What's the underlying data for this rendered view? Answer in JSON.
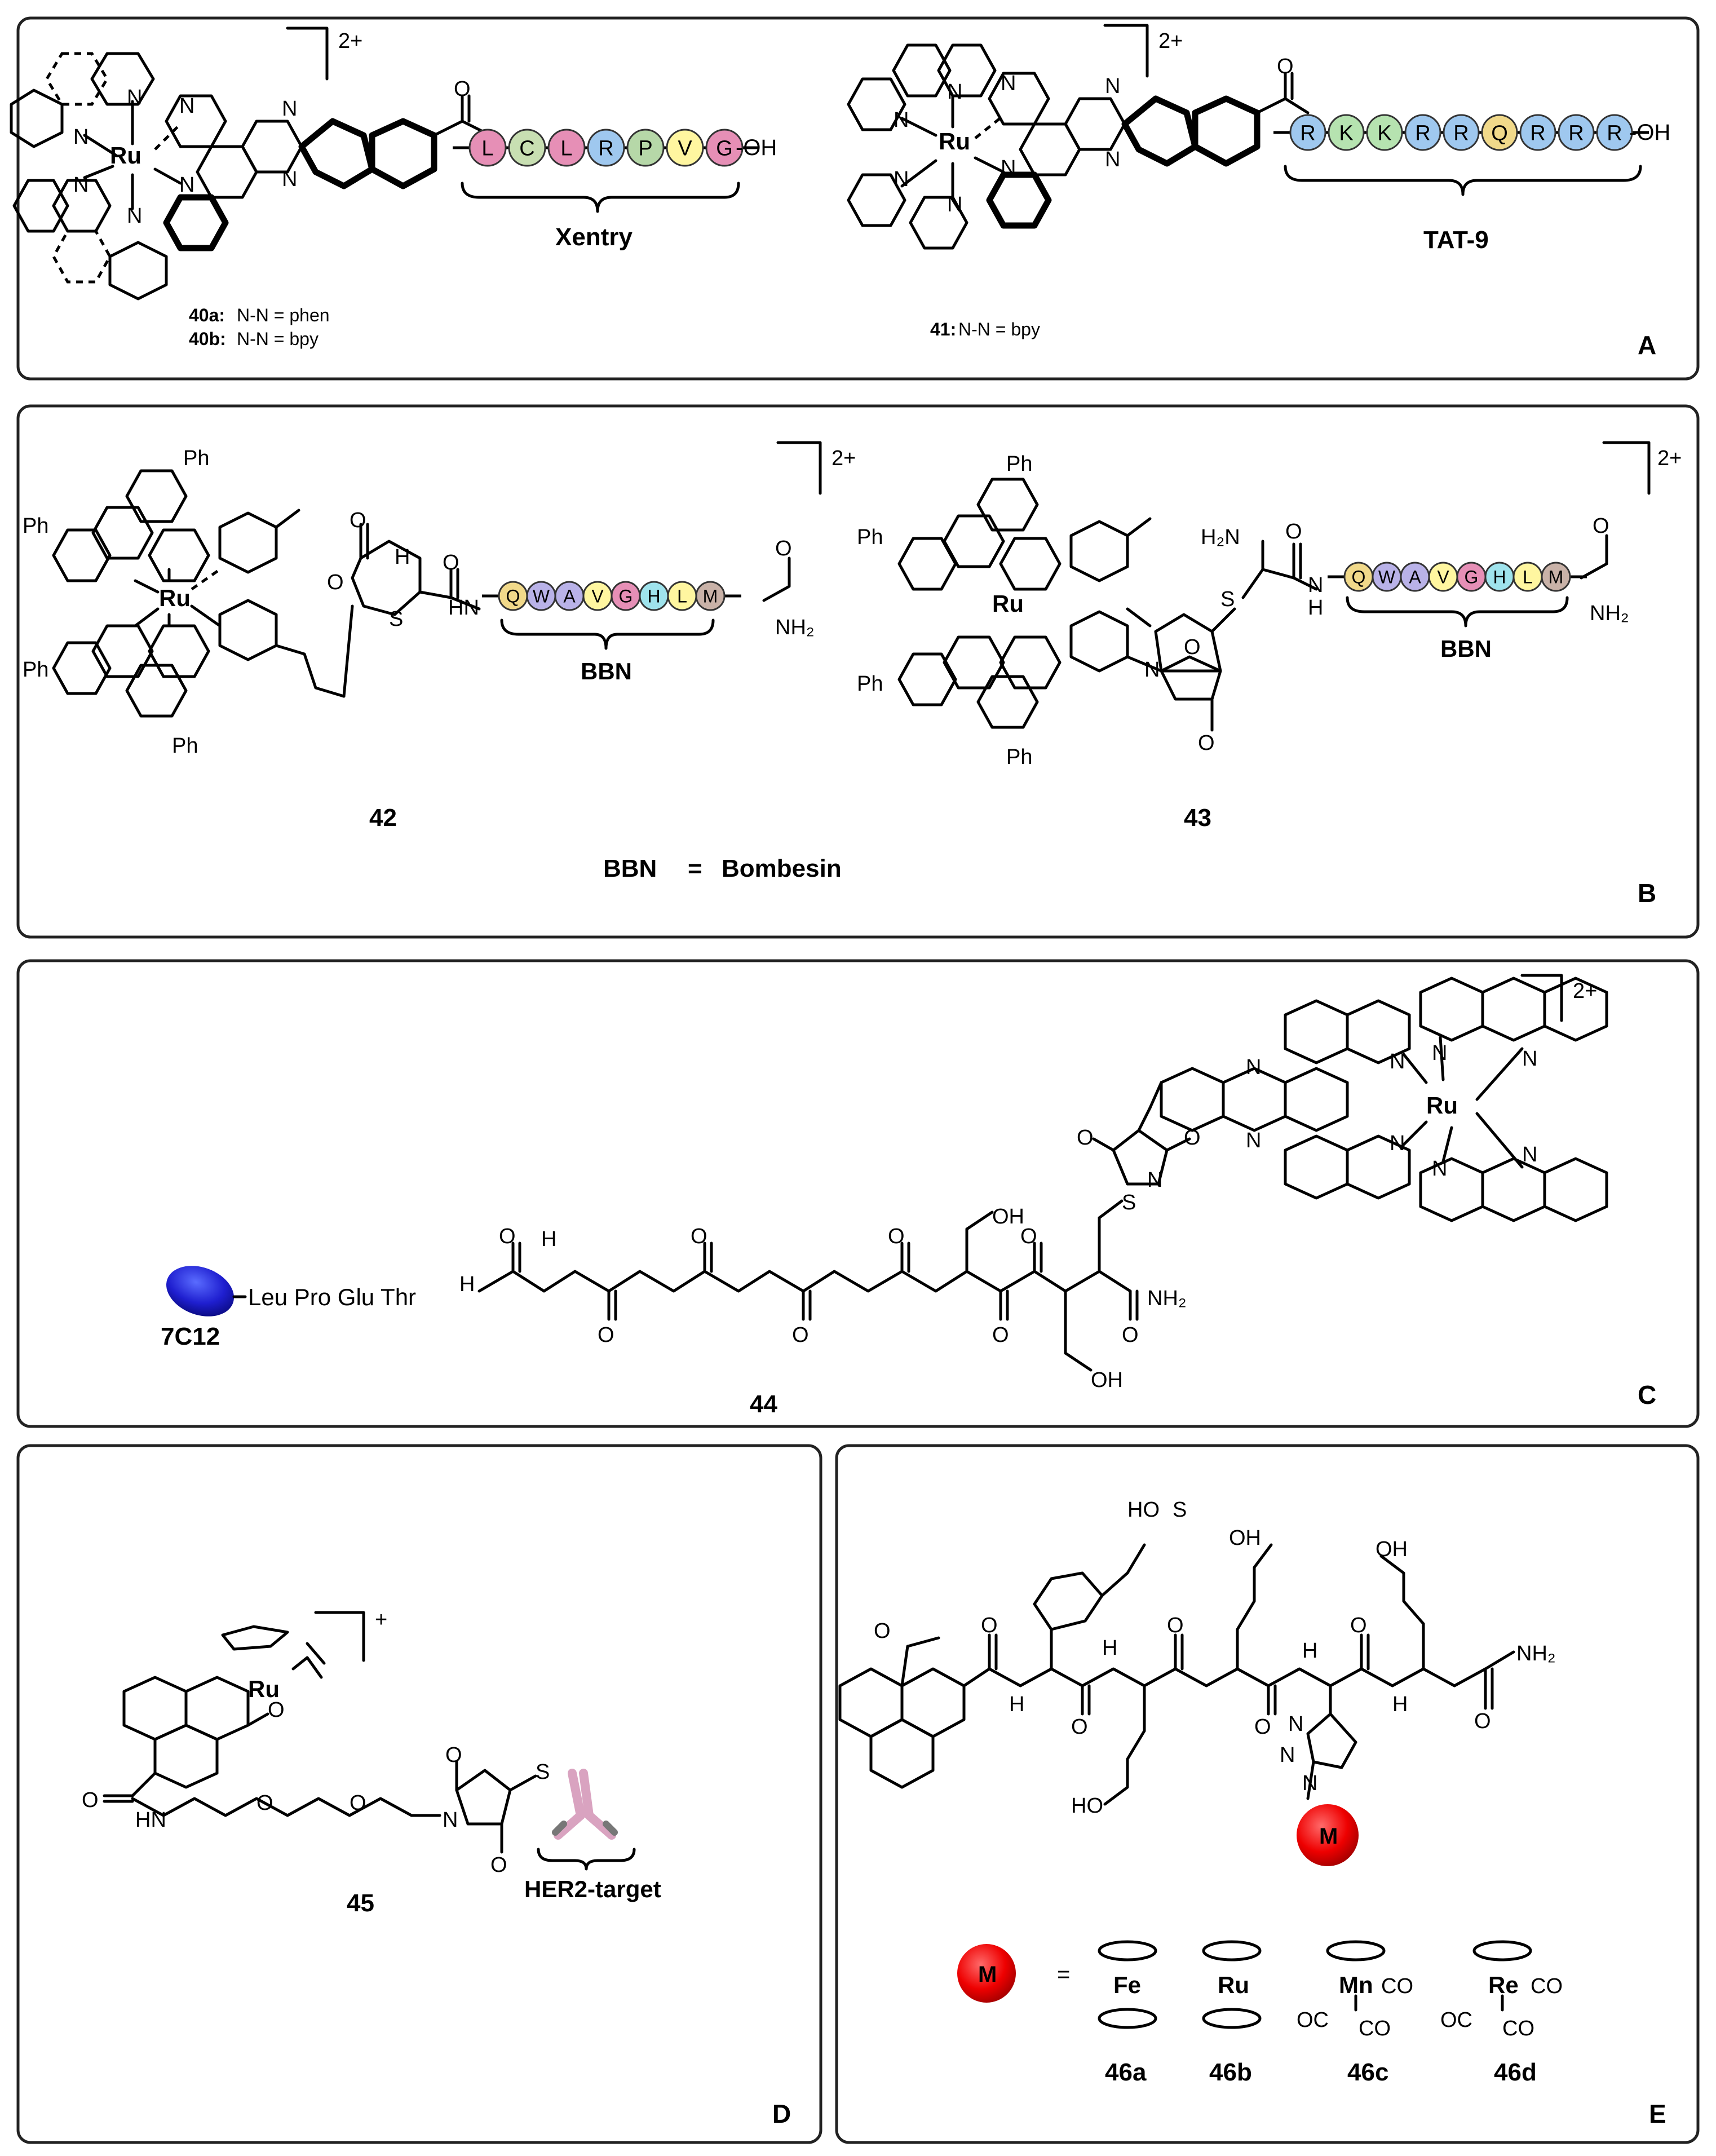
{
  "charge": {
    "two_plus": "2+",
    "plus": "+"
  },
  "atoms": {
    "ru": "Ru",
    "n": "N",
    "o": "O",
    "s": "S",
    "ph": "Ph",
    "nh": "HN",
    "nh2": "NH₂",
    "h2n": "H₂N",
    "h": "H",
    "oh": "OH",
    "hn_short": "H",
    "sulfonic": "HO",
    "fe": "Fe",
    "mn": "Mn",
    "re": "Re",
    "co": "CO",
    "oc": "OC",
    "m": "M",
    "eq": "="
  },
  "panelA": {
    "label": "A",
    "xentry_residues": [
      "L",
      "C",
      "L",
      "R",
      "P",
      "V",
      "G"
    ],
    "xentry_colors": [
      "#e68fb6",
      "#c8dfb2",
      "#e68fb6",
      "#9fc8ef",
      "#b6d8a8",
      "#fff6a0",
      "#e68fb6"
    ],
    "xentry_name": "Xentry",
    "tat_residues": [
      "R",
      "K",
      "K",
      "R",
      "R",
      "Q",
      "R",
      "R",
      "R"
    ],
    "tat_colors": [
      "#9fc8ef",
      "#b6e3b0",
      "#b6e3b0",
      "#9fc8ef",
      "#9fc8ef",
      "#f1d98a",
      "#9fc8ef",
      "#9fc8ef",
      "#9fc8ef"
    ],
    "tat_name": "TAT-9",
    "terminal": "-OH",
    "c40a_id": "40a:",
    "c40a_def": " N-N = phen",
    "c40b_id": "40b:",
    "c40b_def": " N-N = bpy",
    "c41_id": "41:",
    "c41_def": " N-N = bpy"
  },
  "panelB": {
    "label": "B",
    "bbn_residues": [
      "Q",
      "W",
      "A",
      "V",
      "G",
      "H",
      "L",
      "M"
    ],
    "bbn_colors": [
      "#f1d98a",
      "#b9b2e8",
      "#b9b2e8",
      "#fff6a0",
      "#e68fb6",
      "#9fe3ec",
      "#fff6a0",
      "#c9b2a8"
    ],
    "bbn_name": "BBN",
    "c42": "42",
    "c43": "43",
    "def_left": "BBN",
    "def_eq": "=",
    "def_right": "Bombesin"
  },
  "panelC": {
    "label": "C",
    "antibody": "7C12",
    "sequence": "Leu Pro Glu Thr",
    "c44": "44"
  },
  "panelD": {
    "label": "D",
    "c45": "45",
    "target": "HER2-target"
  },
  "panelE": {
    "label": "E",
    "c46a": "46a",
    "c46b": "46b",
    "c46c": "46c",
    "c46d": "46d"
  }
}
